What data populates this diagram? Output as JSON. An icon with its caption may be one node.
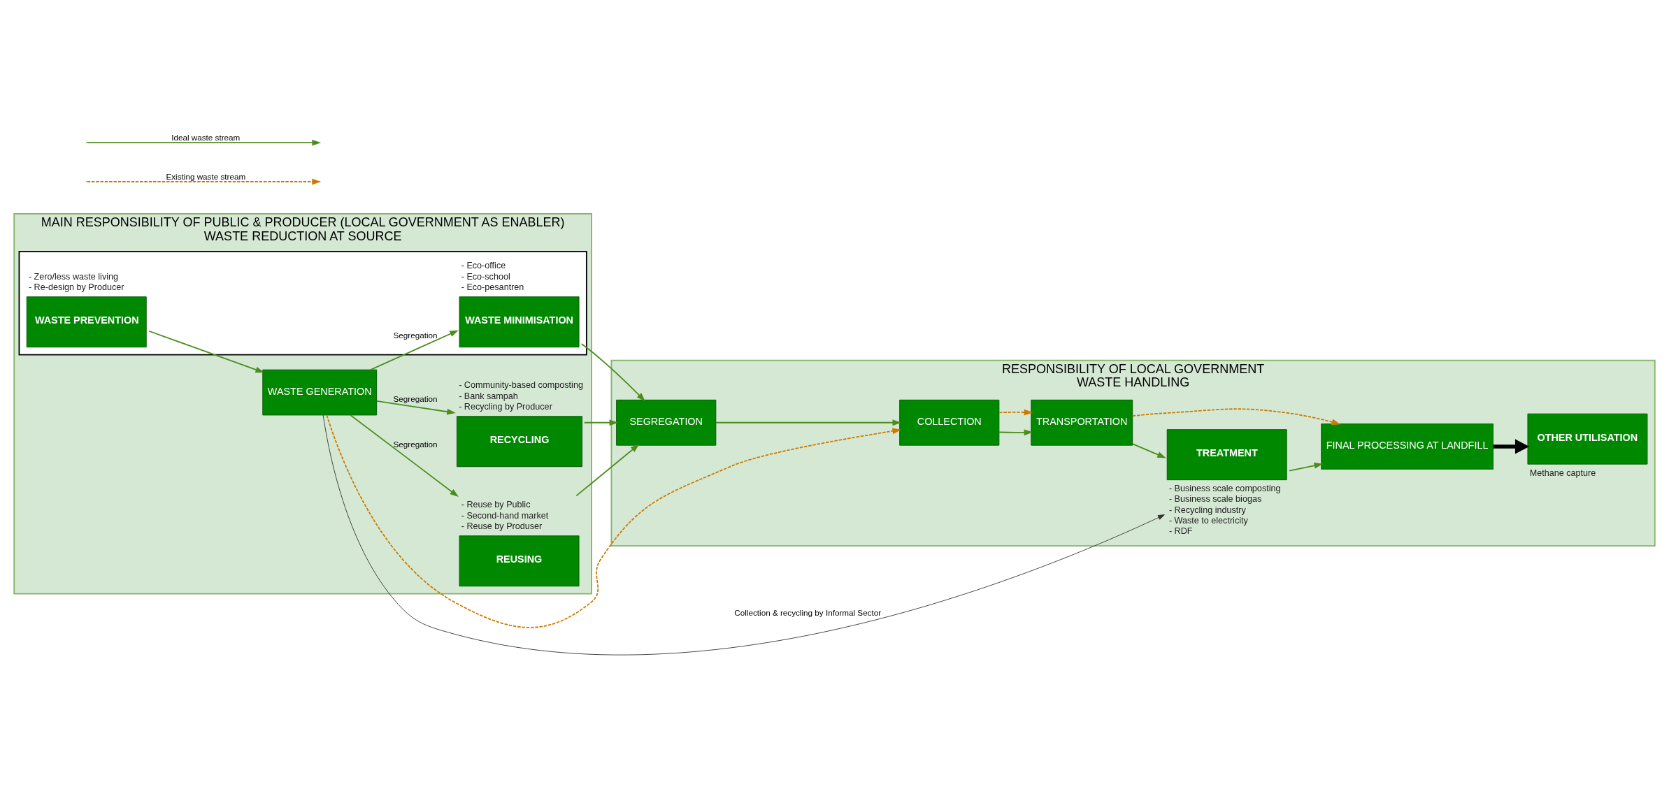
{
  "diagram": {
    "nodes": [
      {
        "text": [
          "MAIN RESPONSIBILITY OF PUBLIC & PRODUCER (LOCAL GOVERNMENT AS ENABLER)",
          "WASTE REDUCTION AT SOURCE"
        ]
      },
      {
        "text": [
          "RESPONSIBILITY OF LOCAL GOVERNMENT",
          "WASTE HANDLING"
        ]
      },
      {
        "text": [],
        "shape": "box",
        "in": 0
      },
      {
        "text": [
          "WASTE PREVENTION"
        ],
        "in": 2,
        "beside": [
          "- Zero/less waste living",
          "- Re-design by Producer"
        ]
      },
      {
        "text": [
          "WASTE MINIMISATION"
        ],
        "in": 2,
        "beside": [
          "- Eco-office",
          "- Eco-school",
          "- Eco-pesantren"
        ]
      },
      {
        "text": [
          "WASTE GENERATION"
        ],
        "in": 0
      },
      {
        "text": [
          "RECYCLING"
        ],
        "in": 0,
        "beside": [
          "- Community-based composting",
          "- Bank sampah",
          "- Recycling by Producer"
        ]
      },
      {
        "text": [
          "REUSING"
        ],
        "in": 0,
        "beside": [
          "- Reuse by Public",
          "- Second-hand market",
          "- Reuse by Produser"
        ]
      },
      {
        "text": [
          "SEGREGATION"
        ],
        "in": 1
      },
      {
        "text": [
          "COLLECTION"
        ],
        "in": 1
      },
      {
        "text": [
          "TRANSPORTATION"
        ],
        "in": 1
      },
      {
        "text": [
          "TREATMENT"
        ],
        "in": 1,
        "beside": [
          "- Business scale composting",
          "- Business scale biogas",
          "- Recycling industry",
          "- Waste to electricity",
          "- RDF"
        ]
      },
      {
        "text": [
          "FINAL PROCESSING AT LANDFILL"
        ],
        "in": 1
      },
      {
        "text": [
          "OTHER UTILISATION"
        ],
        "in": 1,
        "beside": [
          "Methane capture"
        ]
      }
    ],
    "edges": [
      {
        "from": 3,
        "to": 5,
        "arrow": "to"
      },
      {
        "from": 5,
        "to": 4,
        "arrow": "to",
        "label": "Segregation"
      },
      {
        "from": 5,
        "to": 6,
        "arrow": "to",
        "label": "Segregation"
      },
      {
        "from": 5,
        "to": 7,
        "arrow": "to",
        "label": "Segregation"
      },
      {
        "from": 4,
        "to": 8,
        "arrow": "to"
      },
      {
        "from": 6,
        "to": 8,
        "arrow": "to"
      },
      {
        "from": 7,
        "to": 8,
        "arrow": "to"
      },
      {
        "from": 8,
        "to": 9,
        "arrow": "to"
      },
      {
        "from": 9,
        "to": 10,
        "arrow": "to"
      },
      {
        "from": 10,
        "to": 11,
        "arrow": "to"
      },
      {
        "from": 11,
        "to": 12,
        "arrow": "to"
      },
      {
        "from": 12,
        "to": 13,
        "arrow": "to",
        "style": "thick",
        "color": "#000000"
      },
      {
        "from": 5,
        "to": 11,
        "arrow": "to",
        "label": "Collection & recycling by Informal Sector",
        "color": "#333333"
      },
      {
        "from": 5,
        "to": 9,
        "arrow": "to",
        "style": "dashed",
        "color": "#cc7a00"
      },
      {
        "from": 9,
        "to": 10,
        "arrow": "to",
        "style": "dashed",
        "color": "#cc7a00"
      },
      {
        "from": 10,
        "to": 12,
        "arrow": "to",
        "style": "dashed",
        "color": "#cc7a00"
      }
    ],
    "legend": [
      {
        "text": "Ideal waste stream"
      },
      {
        "text": "Existing waste stream"
      }
    ]
  }
}
